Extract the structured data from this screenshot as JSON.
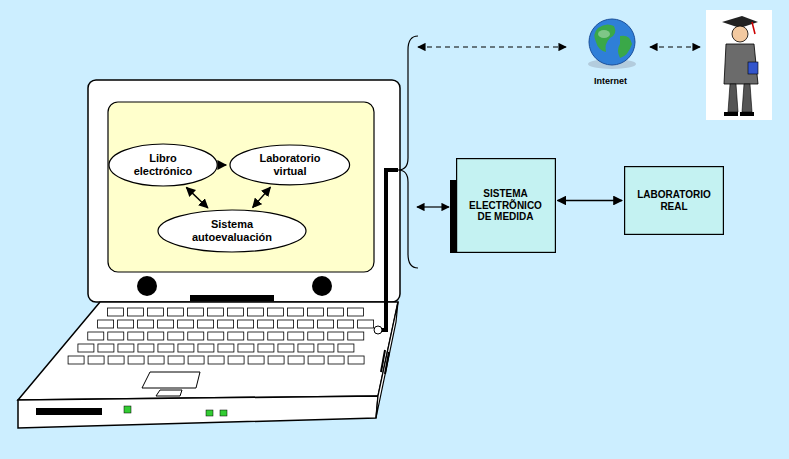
{
  "diagram": {
    "nodes": [
      {
        "text": [
          "Libro electrónico"
        ]
      },
      {
        "text": [
          "Laboratorio virtual"
        ]
      },
      {
        "text": [
          "Sistema autoevaluación"
        ]
      },
      {
        "text": [
          "SISTEMA ELECTRÕNICO DE MEDIDA"
        ]
      },
      {
        "text": [
          "LABORATORIO REAL"
        ]
      }
    ],
    "edges": [
      {
        "from": 0,
        "to": 1,
        "arrow": "to"
      },
      {
        "from": 0,
        "to": 2,
        "arrow": "both"
      },
      {
        "from": 2,
        "to": 1,
        "arrow": "both"
      },
      {
        "from": 3,
        "to": 4,
        "arrow": "both"
      }
    ],
    "labels": [
      "Internet"
    ]
  }
}
